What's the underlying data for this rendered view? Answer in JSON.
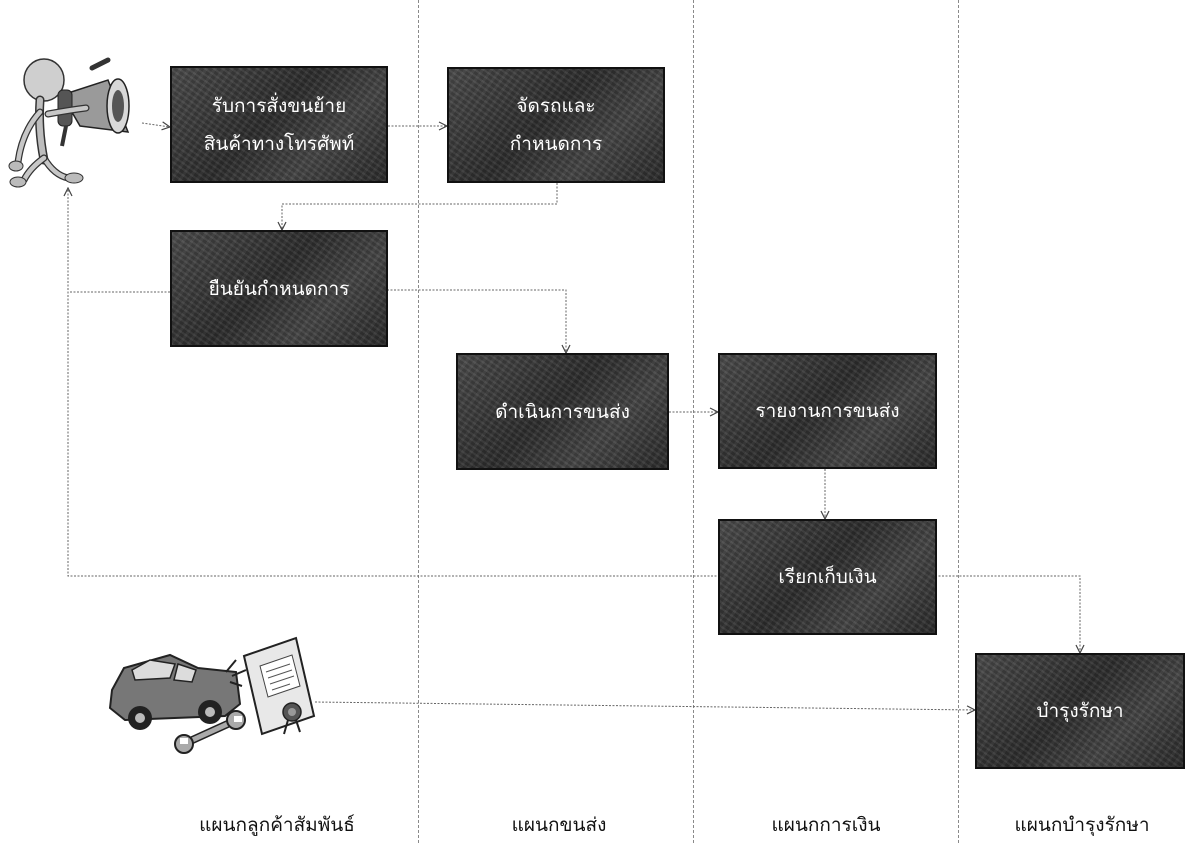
{
  "lanes": [
    {
      "label": "แผนกลูกค้าสัมพันธ์"
    },
    {
      "label": "แผนกขนส่ง"
    },
    {
      "label": "แผนกการเงิน"
    },
    {
      "label": "แผนกบำรุงรักษา"
    }
  ],
  "boxes": {
    "receive_order": {
      "line1": "รับการสั่งขนย้าย",
      "line2": "สินค้าทางโทรศัพท์"
    },
    "assign_vehicle": {
      "line1": "จัดรถและ",
      "line2": "กำหนดการ"
    },
    "confirm_schedule": {
      "line1": "ยืนยันกำหนดการ"
    },
    "execute_delivery": {
      "line1": "ดำเนินการขนส่ง"
    },
    "report_delivery": {
      "line1": "รายงานการขนส่ง"
    },
    "billing": {
      "line1": "เรียกเก็บเงิน"
    },
    "maintenance": {
      "line1": "บำรุงรักษา"
    }
  },
  "icons": {
    "announcer": "megaphone-person-icon",
    "service": "car-wrench-certificate-icon"
  },
  "colors": {
    "box_fill": "#3a3a3a",
    "box_text": "#ffffff",
    "connector": "#555555",
    "lane_divider": "#8a8a8a"
  }
}
